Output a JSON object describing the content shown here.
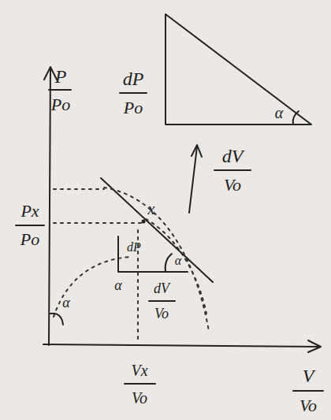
{
  "diagram": {
    "labels": [
      "P",
      "Po",
      "dP",
      "Po",
      "α",
      "dV",
      "Vo",
      "Px",
      "Po",
      "x",
      "dP",
      "α",
      "dV",
      "Vo",
      "α",
      "α",
      "Vx",
      "Vo",
      "V",
      "Vo"
    ]
  }
}
